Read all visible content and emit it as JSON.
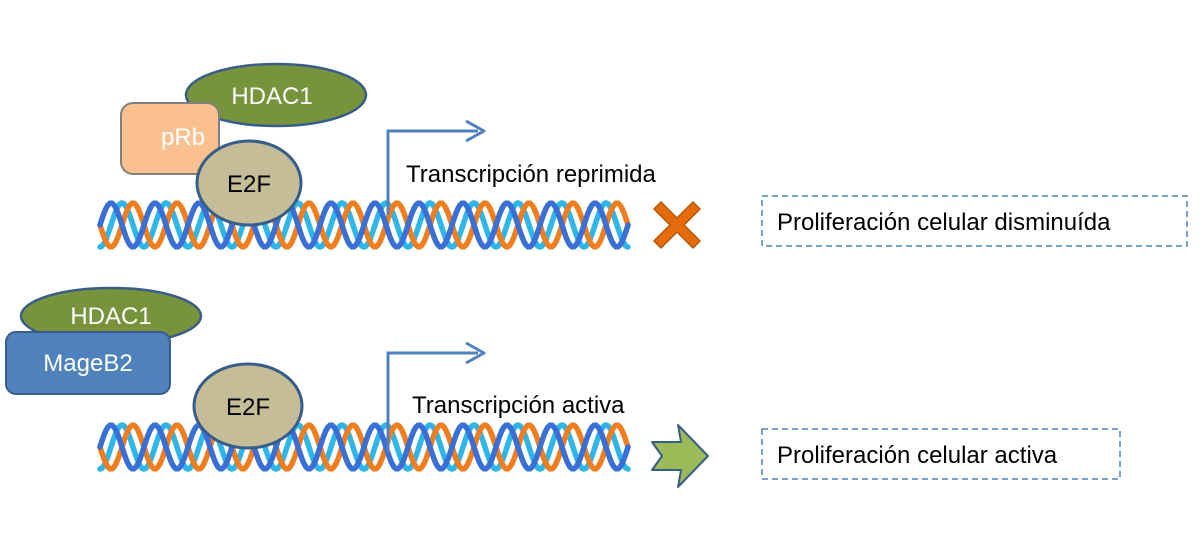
{
  "top_panel": {
    "hdac1_label": "HDAC1",
    "prb_label": "pRb",
    "e2f_label": "E2F",
    "transcription_text": "Transcripción reprimida",
    "outcome_text": "Proliferación celular disminuída",
    "status_icon": "x-mark-icon"
  },
  "bottom_panel": {
    "hdac1_label": "HDAC1",
    "mageb2_label": "MageB2",
    "e2f_label": "E2F",
    "transcription_text": "Transcripción activa",
    "outcome_text": "Proliferación celular activa",
    "status_icon": "arrow-right-icon"
  },
  "colors": {
    "hdac1_fill": "#77933C",
    "prb_fill": "#FAC090",
    "mageb2_fill": "#4F81BD",
    "e2f_fill": "#C4BD97",
    "dna_orange": "#F07D1E",
    "dna_cyan": "#2FB6E8",
    "dna_blue": "#3A6FD6",
    "arrow_blue": "#4F81BD",
    "x_mark": "#E46C0A",
    "go_arrow": "#9BBB59",
    "box_border": "#4F81BD"
  }
}
